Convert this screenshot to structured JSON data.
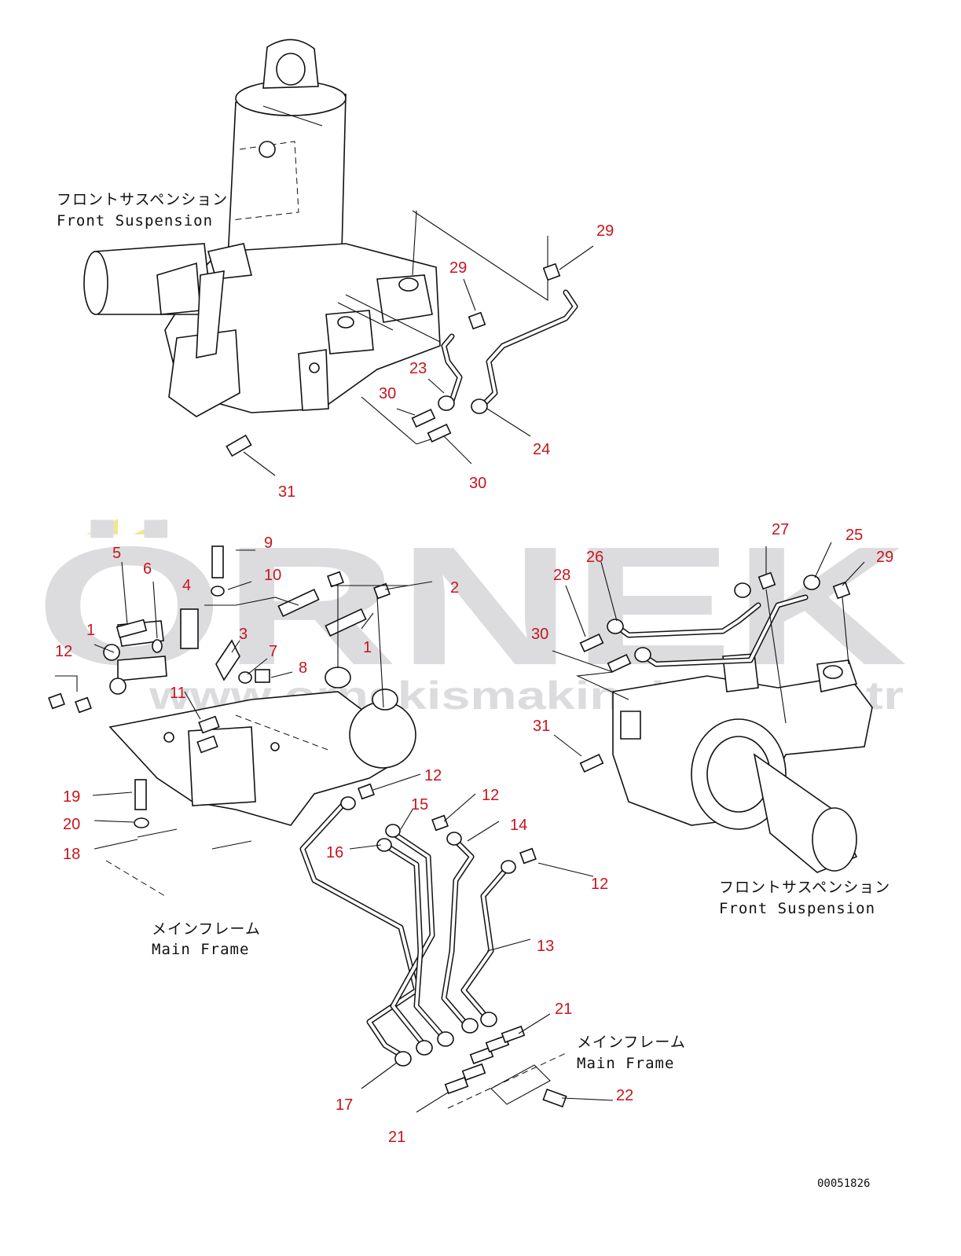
{
  "watermark": {
    "logo_text": "ÖRNEK",
    "url_text": "www.ornekismakinalari.com.tr",
    "color": "#d9d9dc",
    "accent_color": "#f2e08a"
  },
  "captions": {
    "front_suspension_top_jp": "フロントサスペンション",
    "front_suspension_top_en": "Front Suspension",
    "front_suspension_right_jp": "フロントサスペンション",
    "front_suspension_right_en": "Front Suspension",
    "main_frame_left_jp": "メインフレーム",
    "main_frame_left_en": "Main Frame",
    "main_frame_right_jp": "メインフレーム",
    "main_frame_right_en": "Main Frame"
  },
  "drawing_number": "00051826",
  "callout_color": "#c8141e",
  "callouts": {
    "c29a": "29",
    "c29b": "29",
    "c23": "23",
    "c30a": "30",
    "c24": "24",
    "c30b": "30",
    "c31a": "31",
    "c9": "9",
    "c10": "10",
    "c5": "5",
    "c6": "6",
    "c4": "4",
    "c2": "2",
    "c1a": "1",
    "c3": "3",
    "c1b": "1",
    "c7": "7",
    "c8": "8",
    "c12a": "12",
    "c11": "11",
    "c19": "19",
    "c20": "20",
    "c18": "18",
    "c12b": "12",
    "c15": "15",
    "c12c": "12",
    "c14": "14",
    "c16": "16",
    "c12d": "12",
    "c13": "13",
    "c21a": "21",
    "c17": "17",
    "c21b": "21",
    "c22": "22",
    "c27": "27",
    "c25": "25",
    "c26": "26",
    "c28": "28",
    "c29c": "29",
    "c30c": "30",
    "c31b": "31"
  }
}
